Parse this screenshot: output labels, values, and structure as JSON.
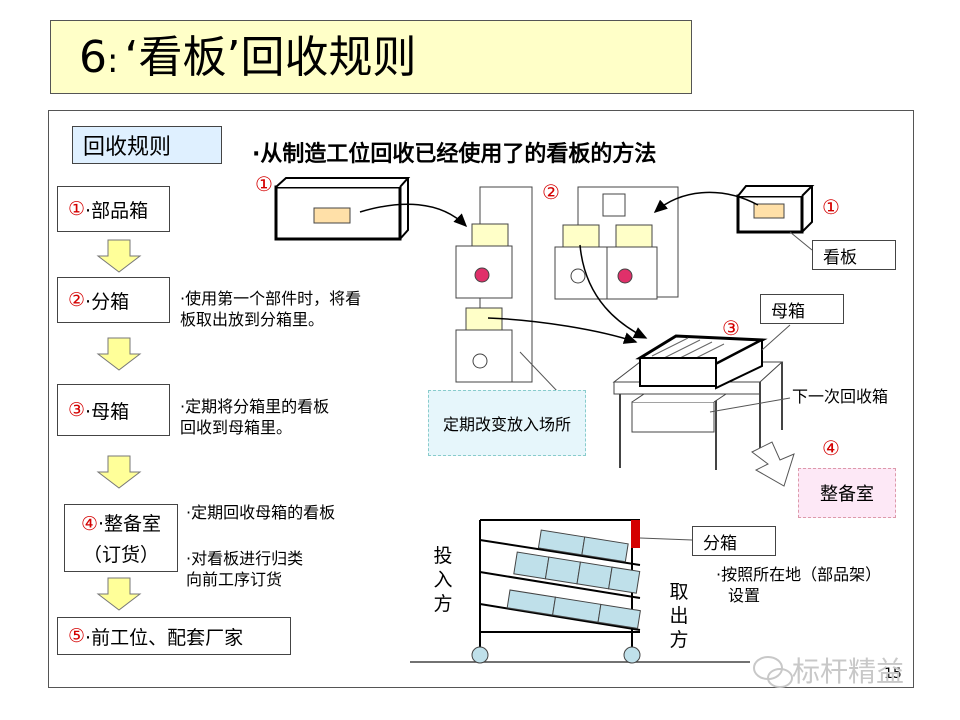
{
  "title": {
    "number": "6",
    "colon": ":",
    "text": "‘看板’回收规则"
  },
  "section_label": "回收规则",
  "heading": "·从制造工位回收已经使用了的看板的方法",
  "steps": [
    {
      "mark": "①",
      "label": "·部品箱"
    },
    {
      "mark": "②",
      "label": "·分箱"
    },
    {
      "mark": "③",
      "label": "·母箱"
    },
    {
      "mark": "④",
      "label": "·整备室",
      "sub": "（订货）"
    },
    {
      "mark": "⑤",
      "label": "·前工位、配套厂家"
    }
  ],
  "notes": {
    "step2": [
      "·使用第一个部件时，将看",
      "板取出放到分箱里。"
    ],
    "step3": [
      "·定期将分箱里的看板",
      "回收到母箱里。"
    ],
    "step4a": "·定期回收母箱的看板",
    "step4b": [
      "·对看板进行归类",
      "向前工序订货"
    ]
  },
  "diagram": {
    "mark1": "①",
    "mark2": "②",
    "mark3": "③",
    "mark4": "④",
    "kanban_label": "看板",
    "mother_box_label": "母箱",
    "next_collect_label": "下一次回收箱",
    "change_place_label": "定期改变放入场所",
    "maintenance_room_label": "整备室",
    "divider_box_label": "分箱",
    "shelf_note": [
      "·按照所在地（部品架）",
      "设置"
    ],
    "in_side": "投入方",
    "out_side": "取出方"
  },
  "page_number": "15",
  "watermark": "标杆精益",
  "colors": {
    "title_bg": "#ffffc8",
    "label_bg": "#dff0ff",
    "arrow_fill": "#ffff99",
    "kanban_card": "#ffe0a8",
    "red": "#d40000",
    "magenta_dot": "#e0306a",
    "shelf_box": "#bfe0ea"
  }
}
